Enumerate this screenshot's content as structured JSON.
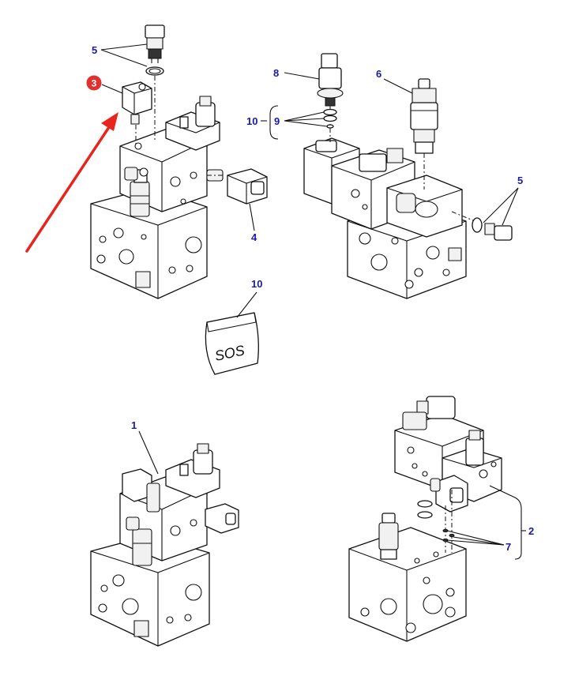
{
  "callouts": {
    "c1": "1",
    "c2": "2",
    "c3": "3",
    "c4": "4",
    "c5a": "5",
    "c5b": "5",
    "c6": "6",
    "c7": "7",
    "c8": "8",
    "c9": "9",
    "c10a": "10",
    "c10b": "10"
  },
  "colors": {
    "callout_text": "#1a1aa8",
    "highlight_badge": "#e03030",
    "arrow": "#e8241c",
    "linework": "#111111"
  },
  "bag_label": "SOS"
}
